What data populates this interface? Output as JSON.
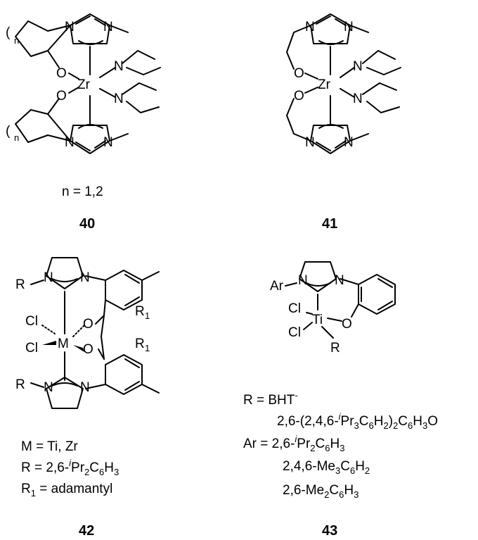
{
  "compounds": [
    {
      "number": "40",
      "atoms": {
        "metal": "Zr",
        "n_im": "N",
        "n_amide": "N",
        "oxygen": "O",
        "methyl": "",
        "ring_index": "n",
        "ring_paren": "("
      },
      "caption": "n = 1,2"
    },
    {
      "number": "41",
      "atoms": {
        "metal": "Zr",
        "n_im": "N",
        "n_amide": "N",
        "oxygen": "O"
      }
    },
    {
      "number": "42",
      "atoms": {
        "metal": "M",
        "n_im": "N",
        "oxygen": "O",
        "chloride": "Cl",
        "r": "R",
        "r1": "R",
        "r1_sub": "1"
      },
      "caption_lines": [
        "M = Ti, Zr",
        "R = 2,6-",
        "R",
        "= adamantyl"
      ],
      "caption_tokens": {
        "m_line": "M = Ti, Zr",
        "r_line_a": "R = 2,6-",
        "iso": "i",
        "pr": "Pr",
        "two": "2",
        "c": "C",
        "six": "6",
        "h": "H",
        "three": "3",
        "r1_r": "R",
        "r1_sub": "1",
        "r1_rest": " = adamantyl"
      }
    },
    {
      "number": "43",
      "atoms": {
        "metal": "Ti",
        "n_im": "N",
        "oxygen": "O",
        "chloride": "Cl",
        "ar": "Ar",
        "r": "R"
      },
      "caption_tokens": {
        "r_eq": "R = BHT",
        "minus": "-",
        "bht_a": "2,6-(2,4,6-",
        "iso": "i",
        "bht_b": "Pr",
        "three": "3",
        "c": "C",
        "six": "6",
        "h": "H",
        "two": "2",
        "bht_c": ")",
        "bht_d": "C",
        "bht_e": "H",
        "bht_f": "O",
        "ar_eq": "Ar = 2,6-",
        "pr": "Pr",
        "mes_a": "2,4,6-Me",
        "mes_b": "C",
        "mes_c": "H",
        "xyl_a": "2,6-Me",
        "xyl_b": "C",
        "xyl_c": "H"
      }
    }
  ]
}
